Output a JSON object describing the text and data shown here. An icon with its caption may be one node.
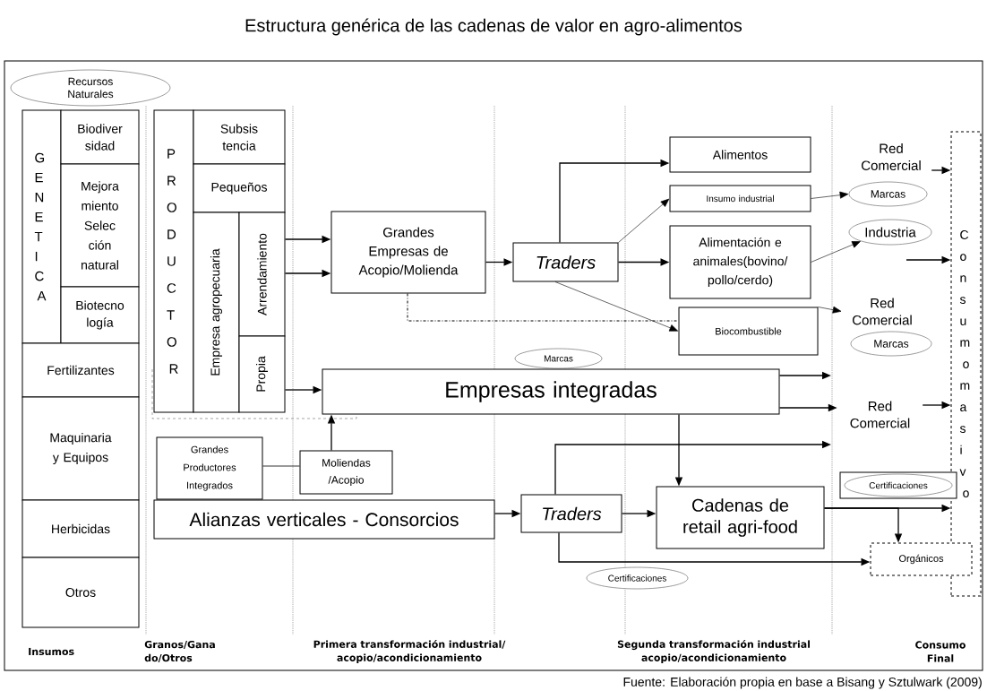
{
  "diagram": {
    "title": "Estructura genérica de las cadenas de valor en agro-alimentos",
    "nodes": [
      {
        "text": [
          "Recursos Naturales"
        ]
      },
      {
        "text": [
          "GENETICA"
        ]
      },
      {
        "text": [
          "Biodiver sidad"
        ]
      },
      {
        "text": [
          "Mejora miento Selec ción natural"
        ]
      },
      {
        "text": [
          "Biotecno logía"
        ]
      },
      {
        "text": [
          "Fertilizantes"
        ]
      },
      {
        "text": [
          "Maquinaria y Equipos"
        ]
      },
      {
        "text": [
          "Herbicidas"
        ]
      },
      {
        "text": [
          "Otros"
        ]
      },
      {
        "text": [
          "PRODUCTOR"
        ]
      },
      {
        "text": [
          "Subsis tencia"
        ]
      },
      {
        "text": [
          "Pequeños"
        ]
      },
      {
        "text": [
          "Empresa agropecuaria"
        ]
      },
      {
        "text": [
          "Arrendamiento"
        ]
      },
      {
        "text": [
          "Propia"
        ]
      },
      {
        "text": [
          "Grandes Empresas de Acopio/Molienda"
        ]
      },
      {
        "text": [
          "Traders"
        ]
      },
      {
        "text": [
          "Alimentos"
        ]
      },
      {
        "text": [
          "Insumo industrial"
        ]
      },
      {
        "text": [
          "Alimentación e animales(bovino/ pollo/cerdo)"
        ]
      },
      {
        "text": [
          "Biocombustible"
        ]
      },
      {
        "text": [
          "Red Comercial"
        ]
      },
      {
        "text": [
          "Marcas"
        ]
      },
      {
        "text": [
          "Industria"
        ]
      },
      {
        "text": [
          "Red Comercial"
        ]
      },
      {
        "text": [
          "Marcas"
        ]
      },
      {
        "text": [
          "Consumo masivo"
        ]
      },
      {
        "text": [
          "Marcas"
        ]
      },
      {
        "text": [
          "Empresas integradas"
        ]
      },
      {
        "text": [
          "Red Comercial"
        ]
      },
      {
        "text": [
          "Grandes Productores Integrados"
        ]
      },
      {
        "text": [
          "Moliendas /Acopio"
        ]
      },
      {
        "text": [
          "Alianzas verticales - Consorcios"
        ]
      },
      {
        "text": [
          "Traders"
        ]
      },
      {
        "text": [
          "Cadenas de retail agri-food"
        ]
      },
      {
        "text": [],
        "shape": "box"
      },
      {
        "text": [
          "Certificaciones"
        ],
        "in": 35
      },
      {
        "text": [
          "Orgánicos"
        ]
      },
      {
        "text": [
          "Certificaciones"
        ]
      }
    ],
    "edges": [
      {
        "from": 13,
        "to": 15,
        "arrow": "to"
      },
      {
        "from": 13,
        "to": 15,
        "arrow": "to"
      },
      {
        "from": 14,
        "to": 28,
        "arrow": "to"
      },
      {
        "from": 15,
        "to": 16,
        "arrow": "to"
      },
      {
        "from": 16,
        "to": 17,
        "arrow": "to"
      },
      {
        "from": 16,
        "to": 18,
        "arrow": "to"
      },
      {
        "from": 16,
        "to": 19,
        "arrow": "to"
      },
      {
        "from": 16,
        "to": 20,
        "arrow": "to"
      },
      {
        "from": 15,
        "to": 20,
        "arrow": "none",
        "style": "dashed"
      },
      {
        "from": 20,
        "to": 24,
        "arrow": "to"
      },
      {
        "from": 18,
        "to": 22,
        "arrow": "to"
      },
      {
        "from": 19,
        "to": 23,
        "arrow": "to"
      },
      {
        "from": null,
        "to": 26,
        "arrow": "to"
      },
      {
        "from": 21,
        "to": 26,
        "arrow": "to"
      },
      {
        "from": 28,
        "to": null,
        "arrow": "to"
      },
      {
        "from": 28,
        "to": 29,
        "arrow": "to"
      },
      {
        "from": 29,
        "to": 26,
        "arrow": "to"
      },
      {
        "from": 28,
        "to": 34,
        "arrow": "to"
      },
      {
        "from": 31,
        "to": 28,
        "arrow": "to"
      },
      {
        "from": 30,
        "to": 31,
        "arrow": "none"
      },
      {
        "from": 32,
        "to": 33,
        "arrow": "to"
      },
      {
        "from": 33,
        "to": null,
        "arrow": "to"
      },
      {
        "from": 33,
        "to": 34,
        "arrow": "to"
      },
      {
        "from": 33,
        "to": 37,
        "arrow": "to"
      },
      {
        "from": 34,
        "to": 26,
        "arrow": "to"
      },
      {
        "from": 34,
        "to": 37,
        "arrow": "to"
      }
    ],
    "labels": [
      "Insumos",
      "Granos/Gana do/Otros",
      "Primera transformación industrial/ acopio/acondicionamiento",
      "Segunda transformación industrial acopio/acondicionamiento",
      "Consumo Final",
      "Fuente: Elaboración propia en base a Bisang y Sztulwark (2009)"
    ]
  }
}
